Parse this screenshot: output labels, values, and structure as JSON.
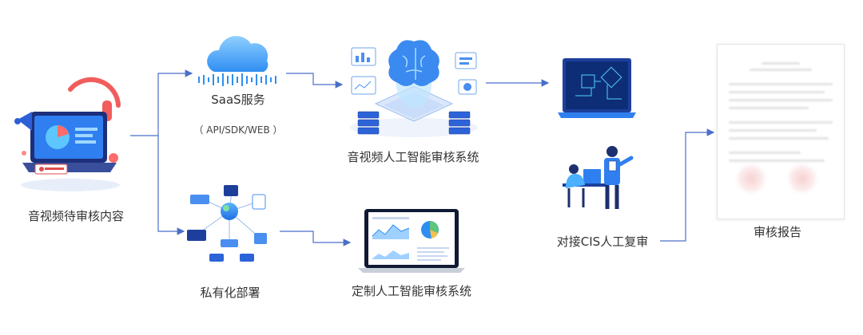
{
  "nodes": {
    "source": "音视频待审核内容",
    "saas_title": "SaaS服务",
    "saas_sub": "（ API/SDK/WEB ）",
    "private": "私有化部署",
    "ai_system": "音视频人工智能审核系统",
    "custom_system": "定制人工智能审核系统",
    "manual_review": "对接CIS人工复审",
    "report": "审核报告"
  },
  "icons": {
    "source": "media-content-icon",
    "saas": "cloud-icon",
    "private": "network-server-icon",
    "ai_system": "ai-brain-server-icon",
    "custom_system": "dashboard-laptop-icon",
    "monitor": "chip-monitor-icon",
    "people": "reviewers-icon",
    "report": "report-document-icon"
  },
  "colors": {
    "arrow": "#4a6fc9",
    "accent": "#2b8cf0",
    "dark_blue": "#1f3b8a",
    "text": "#333333"
  }
}
